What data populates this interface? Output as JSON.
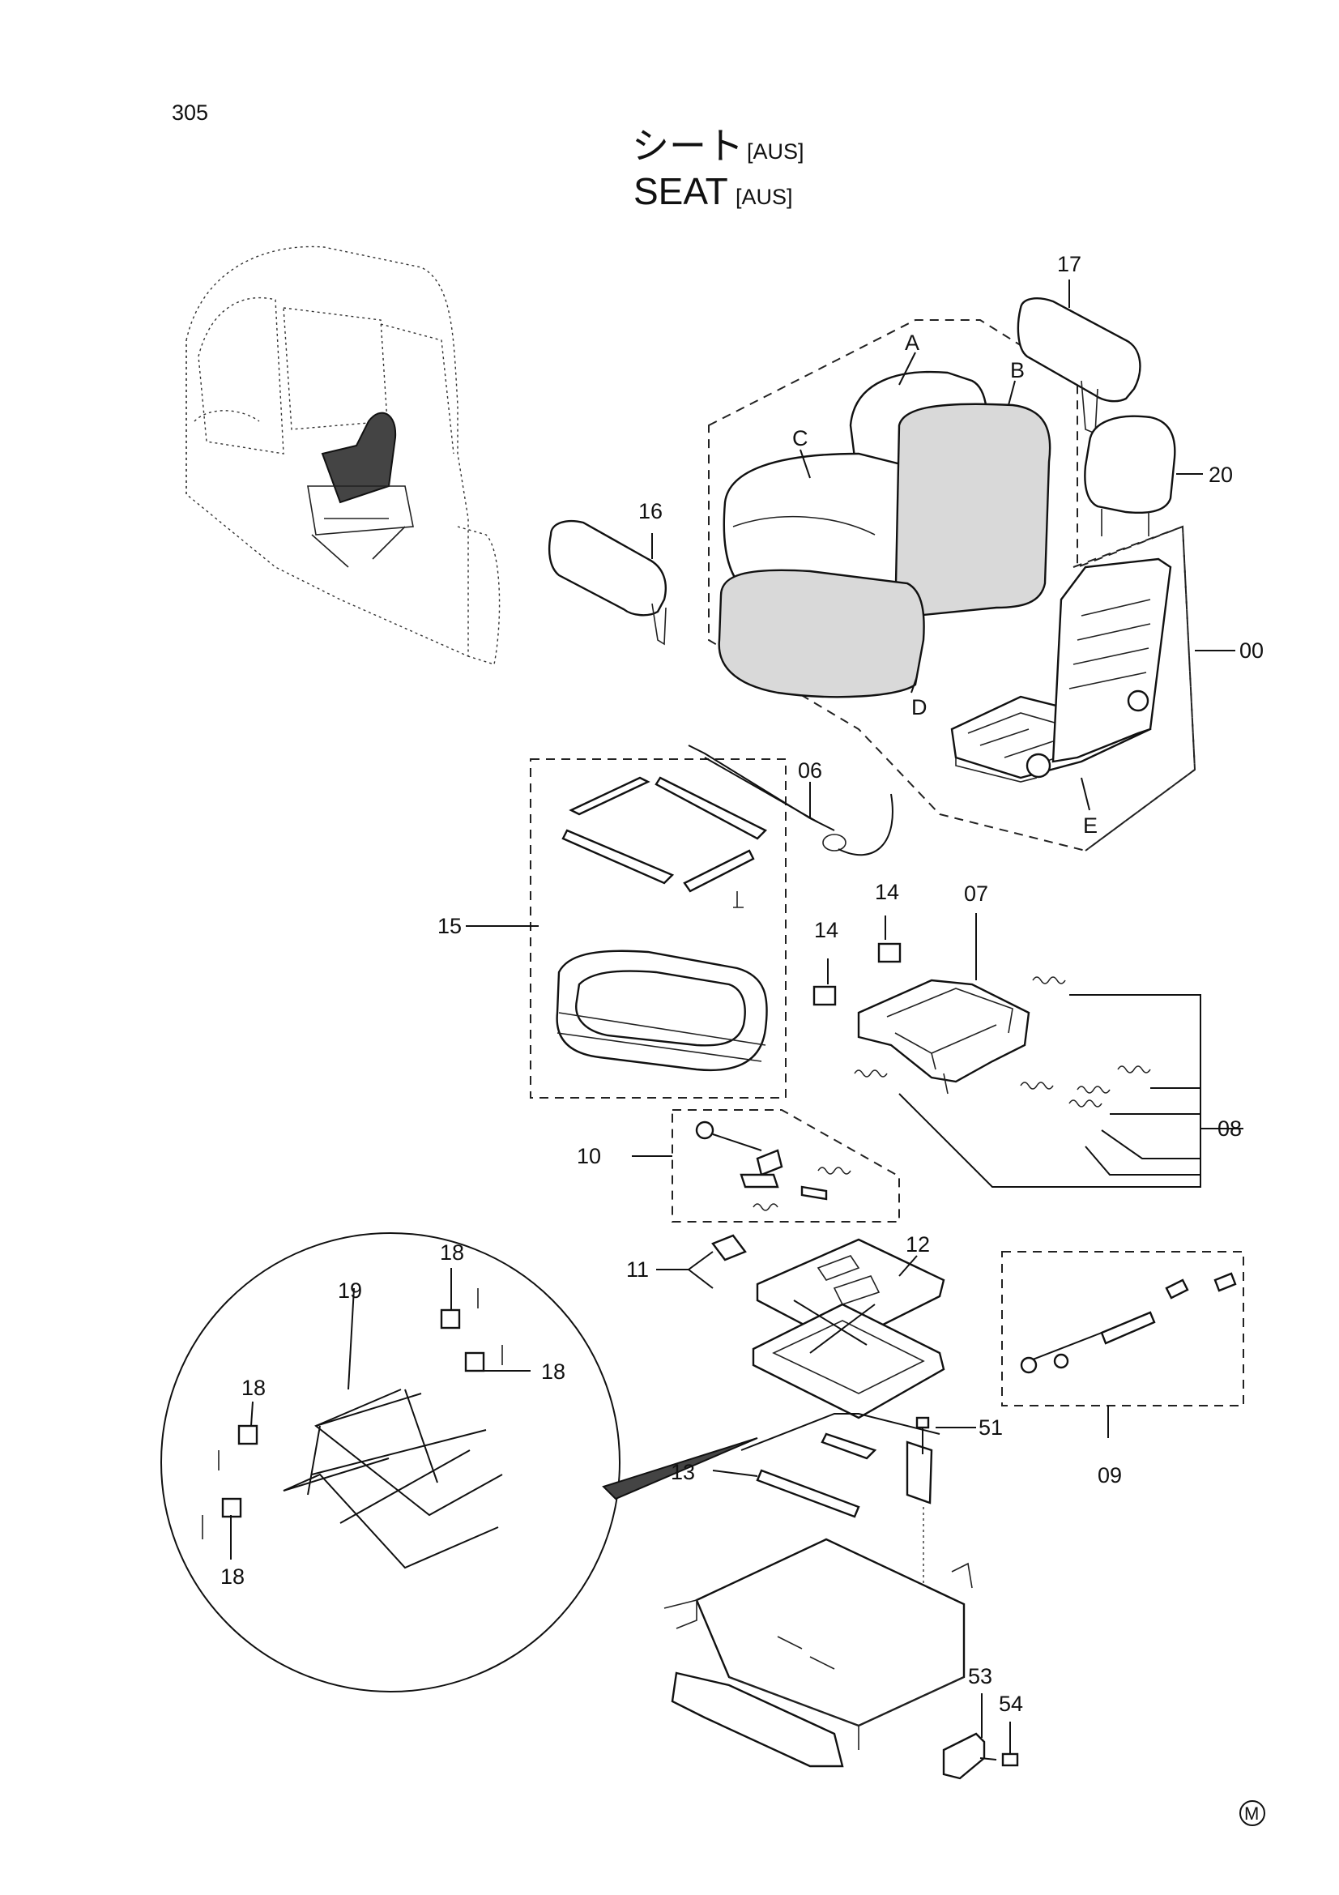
{
  "page_number": "305",
  "title": {
    "jp_text": "シート",
    "jp_region": "[AUS]",
    "en_text": "SEAT",
    "en_region": "[AUS]"
  },
  "callouts": [
    "A",
    "B",
    "C",
    "D",
    "E",
    "00",
    "06",
    "07",
    "08",
    "09",
    "10",
    "11",
    "12",
    "13",
    "14",
    "15",
    "16",
    "17",
    "18",
    "19",
    "20",
    "51",
    "53",
    "54"
  ],
  "labels": {
    "A": "A",
    "B": "B",
    "C": "C",
    "D": "D",
    "E": "E",
    "p00": "00",
    "p06": "06",
    "p07": "07",
    "p08": "08",
    "p09": "09",
    "p10": "10",
    "p11": "11",
    "p12": "12",
    "p13": "13",
    "p14a": "14",
    "p14b": "14",
    "p15": "15",
    "p16": "16",
    "p17": "17",
    "p18a": "18",
    "p18b": "18",
    "p18c": "18",
    "p18d": "18",
    "p19": "19",
    "p20": "20",
    "p51": "51",
    "p53": "53",
    "p54": "54"
  },
  "footer_mark": "M"
}
